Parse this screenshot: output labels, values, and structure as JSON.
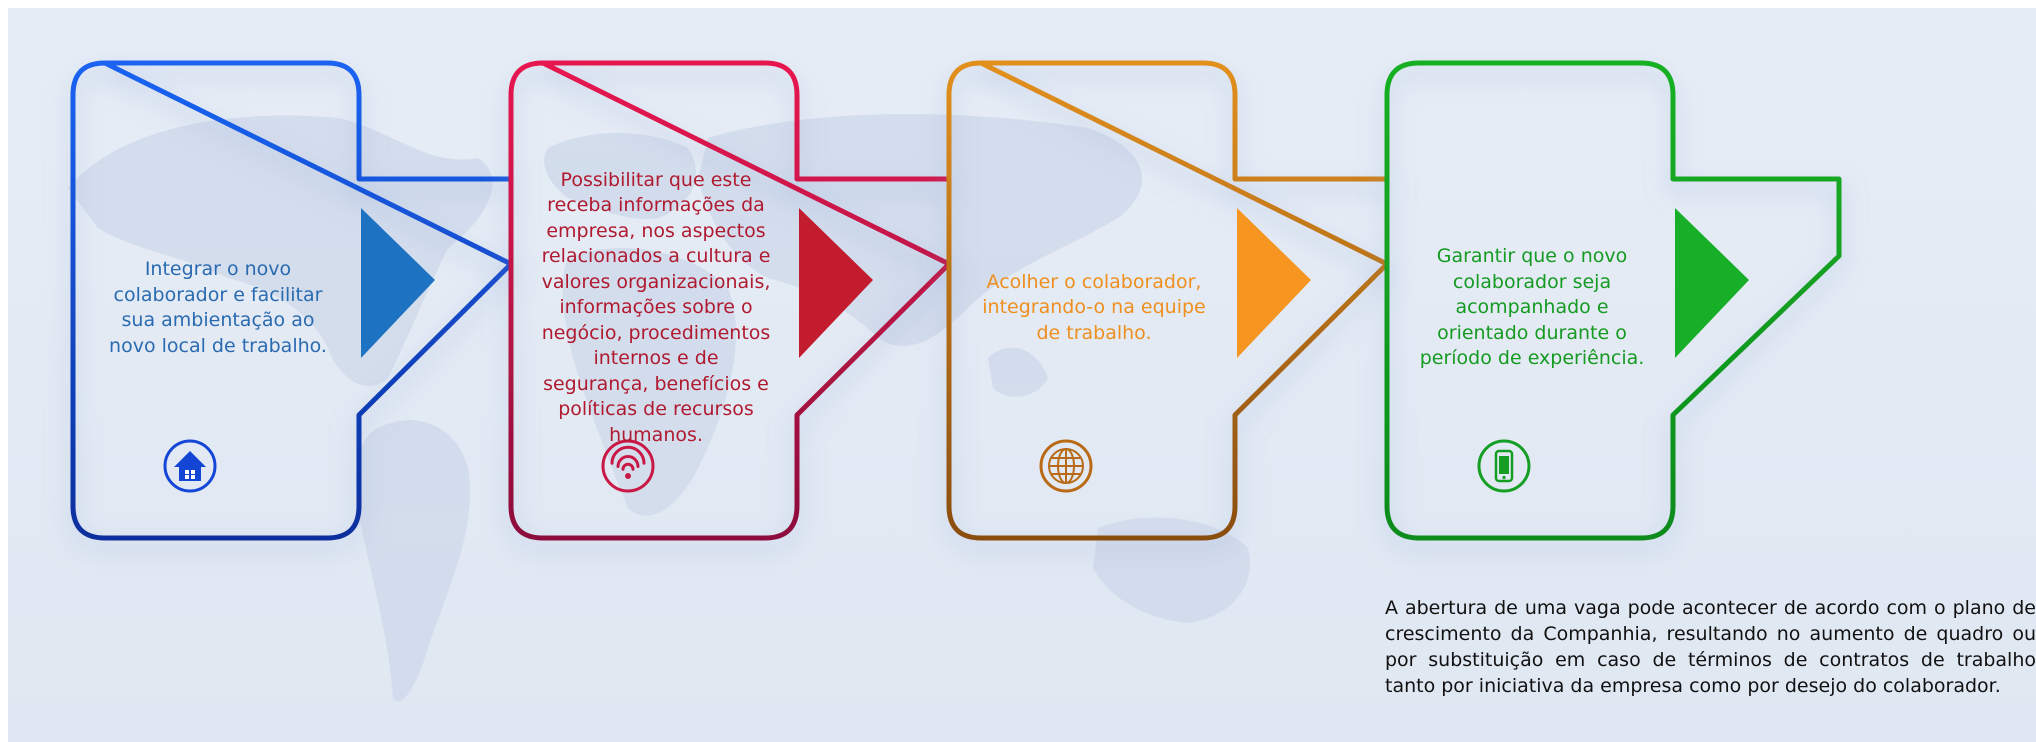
{
  "colors": {
    "step1": "#1446d6",
    "step2": "#c91845",
    "step3": "#b86a16",
    "step4": "#159e23",
    "arrow1": "#1e72c2",
    "arrow2": "#c21c2e",
    "arrow3": "#f6951f",
    "arrow4": "#17ae28"
  },
  "steps": [
    {
      "text": "Integrar o novo colaborador e facilitar sua ambientação ao novo local de trabalho.",
      "text_color": "#2a6ab0",
      "icon": "home-icon"
    },
    {
      "text": "Possibilitar que este receba informações da empresa, nos aspectos relacionados a cultura e valores organizacionais, informações sobre o negócio, procedimentos internos e de segurança, benefícios e políticas de recursos humanos.",
      "text_color": "#b01a30",
      "icon": "wifi-icon"
    },
    {
      "text": "Acolher o colaborador, integrando-o na equipe de trabalho.",
      "text_color": "#ef8f1f",
      "icon": "globe-icon"
    },
    {
      "text": "Garantir que o novo colaborador seja acompanhado e orientado durante o período de experiência.",
      "text_color": "#159a22",
      "icon": "smartphone-icon"
    }
  ],
  "note": "A abertura de uma vaga pode acontecer de acordo com o plano de crescimento da Companhia, resultando no aumento de quadro ou por substituição em caso de términos de contratos de trabalho tanto por iniciativa da empresa como por desejo do colaborador."
}
